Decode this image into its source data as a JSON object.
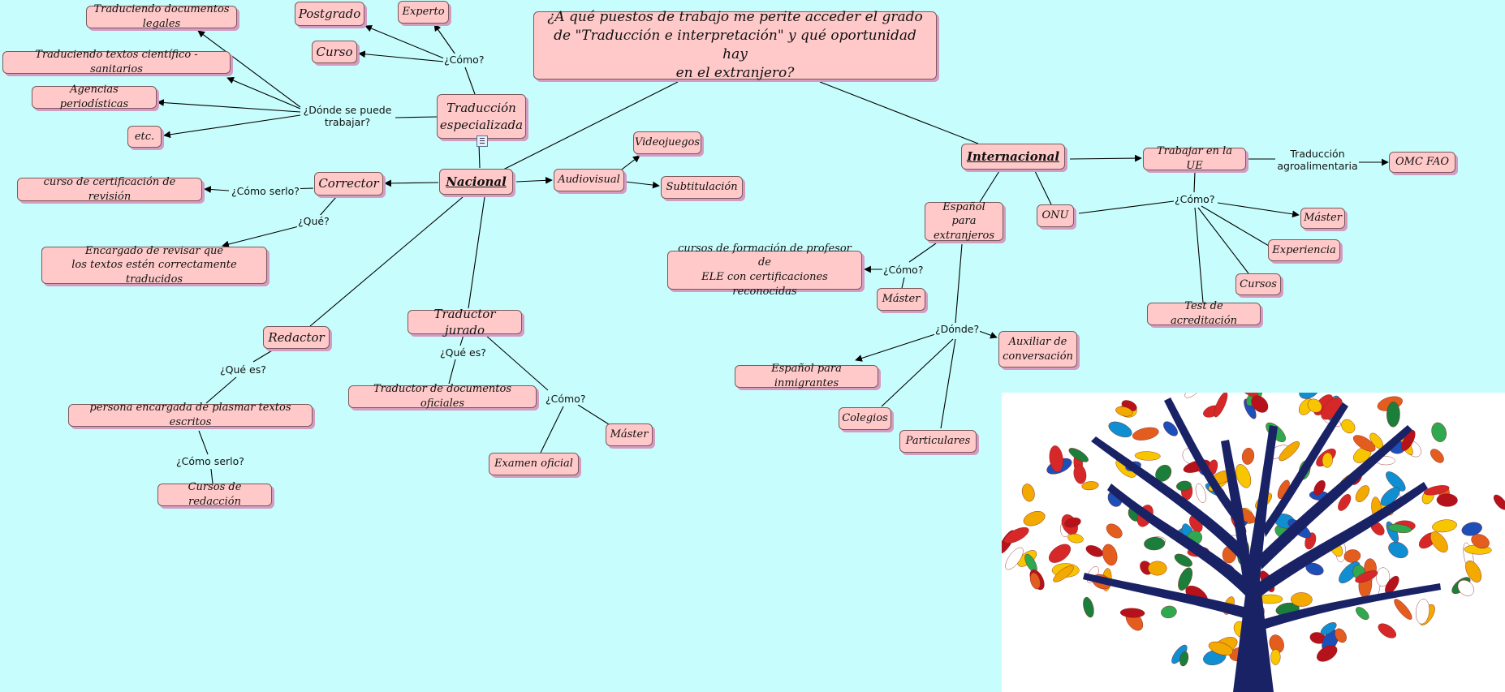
{
  "map": {
    "title": "¿A qué puestos de trabajo me perite acceder el grado\nde \"Traducción e interpretación\" y qué oportunidad hay\nen el extranjero?",
    "nodes": {
      "nacional": "Nacional",
      "internacional": "Internacional",
      "trad_especializada": "Traducción\nespecializada",
      "postgrado": "Postgrado",
      "experto": "Experto",
      "curso": "Curso",
      "docs_legales": "Traduciendo documentos legales",
      "textos_cientificos": "Traduciendo textos científico - sanitarios",
      "agencias": "Agencias periodísticas",
      "etc": "etc.",
      "corrector": "Corrector",
      "cert_revision": "curso de certificación de revisión",
      "encargado_revisar": "Encargado de revisar que\nlos textos estén correctamente traducidos",
      "audiovisual": "Audiovisual",
      "videojuegos": "Videojuegos",
      "subtitulacion": "Subtitulación",
      "redactor": "Redactor",
      "persona_encargada": "persona encargada de plasmar textos escritos",
      "cursos_redaccion": "Cursos de redacción",
      "traductor_jurado": "Traductor jurado",
      "trad_docs_oficiales": "Traductor de documentos oficiales",
      "examen_oficial": "Examen oficial",
      "master_jurado": "Máster",
      "espanol_extranjeros": "Español para\nextranjeros",
      "cursos_formacion": "cursos de formación de profesor de\nELE con certificaciones reconocidas",
      "master_ele": "Máster",
      "auxiliar": "Auxiliar de\nconversación",
      "espanol_inmigrantes": "Español para inmigrantes",
      "colegios": "Colegios",
      "particulares": "Particulares",
      "onu": "ONU",
      "trabajar_ue": "Trabajar en la UE",
      "omc_fao": "OMC  FAO",
      "master_ue": "Máster",
      "experiencia": "Experiencia",
      "cursos_ue": "Cursos",
      "test_acreditacion": "Test de acreditación"
    },
    "connectors": {
      "como_esp": "¿Cómo?",
      "donde_trabajar": "¿Dónde se puede\ntrabajar?",
      "como_serlo_corr": "¿Cómo serlo?",
      "que_corr": "¿Qué?",
      "que_es_red": "¿Qué es?",
      "como_serlo_red": "¿Cómo serlo?",
      "que_es_jur": "¿Qué es?",
      "como_jur": "¿Cómo?",
      "como_ele": "¿Cómo?",
      "donde_ele": "¿Dónde?",
      "como_int": "¿Cómo?",
      "trad_agro": "Traducción\nagroalimentaria"
    },
    "image": {
      "description_icon": "tree-of-flags-image"
    }
  }
}
